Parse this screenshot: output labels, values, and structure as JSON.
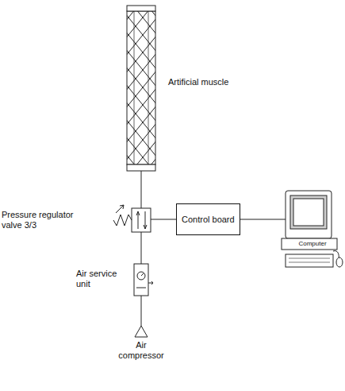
{
  "diagram": {
    "nodes": [
      {
        "text": [
          "Control board"
        ]
      }
    ],
    "labels": [
      "Artificial muscle",
      "Pressure regulator valve 3/3",
      "Air service unit",
      "Air compressor",
      "Computer"
    ]
  }
}
